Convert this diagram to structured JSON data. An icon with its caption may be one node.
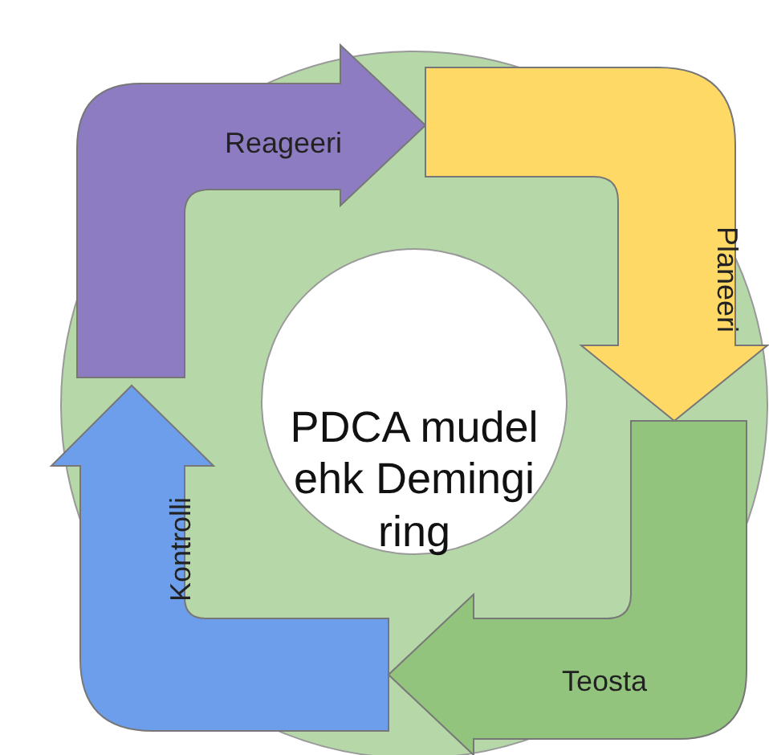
{
  "diagram": {
    "nodes": [
      {
        "text": [
          "Reageeri"
        ]
      },
      {
        "text": [
          "Planeeri"
        ]
      },
      {
        "text": [
          "PDCA mudel ehk Demingi ring"
        ]
      },
      {
        "text": [
          "Kontrolli"
        ]
      },
      {
        "text": [
          "Teosta"
        ]
      }
    ]
  }
}
